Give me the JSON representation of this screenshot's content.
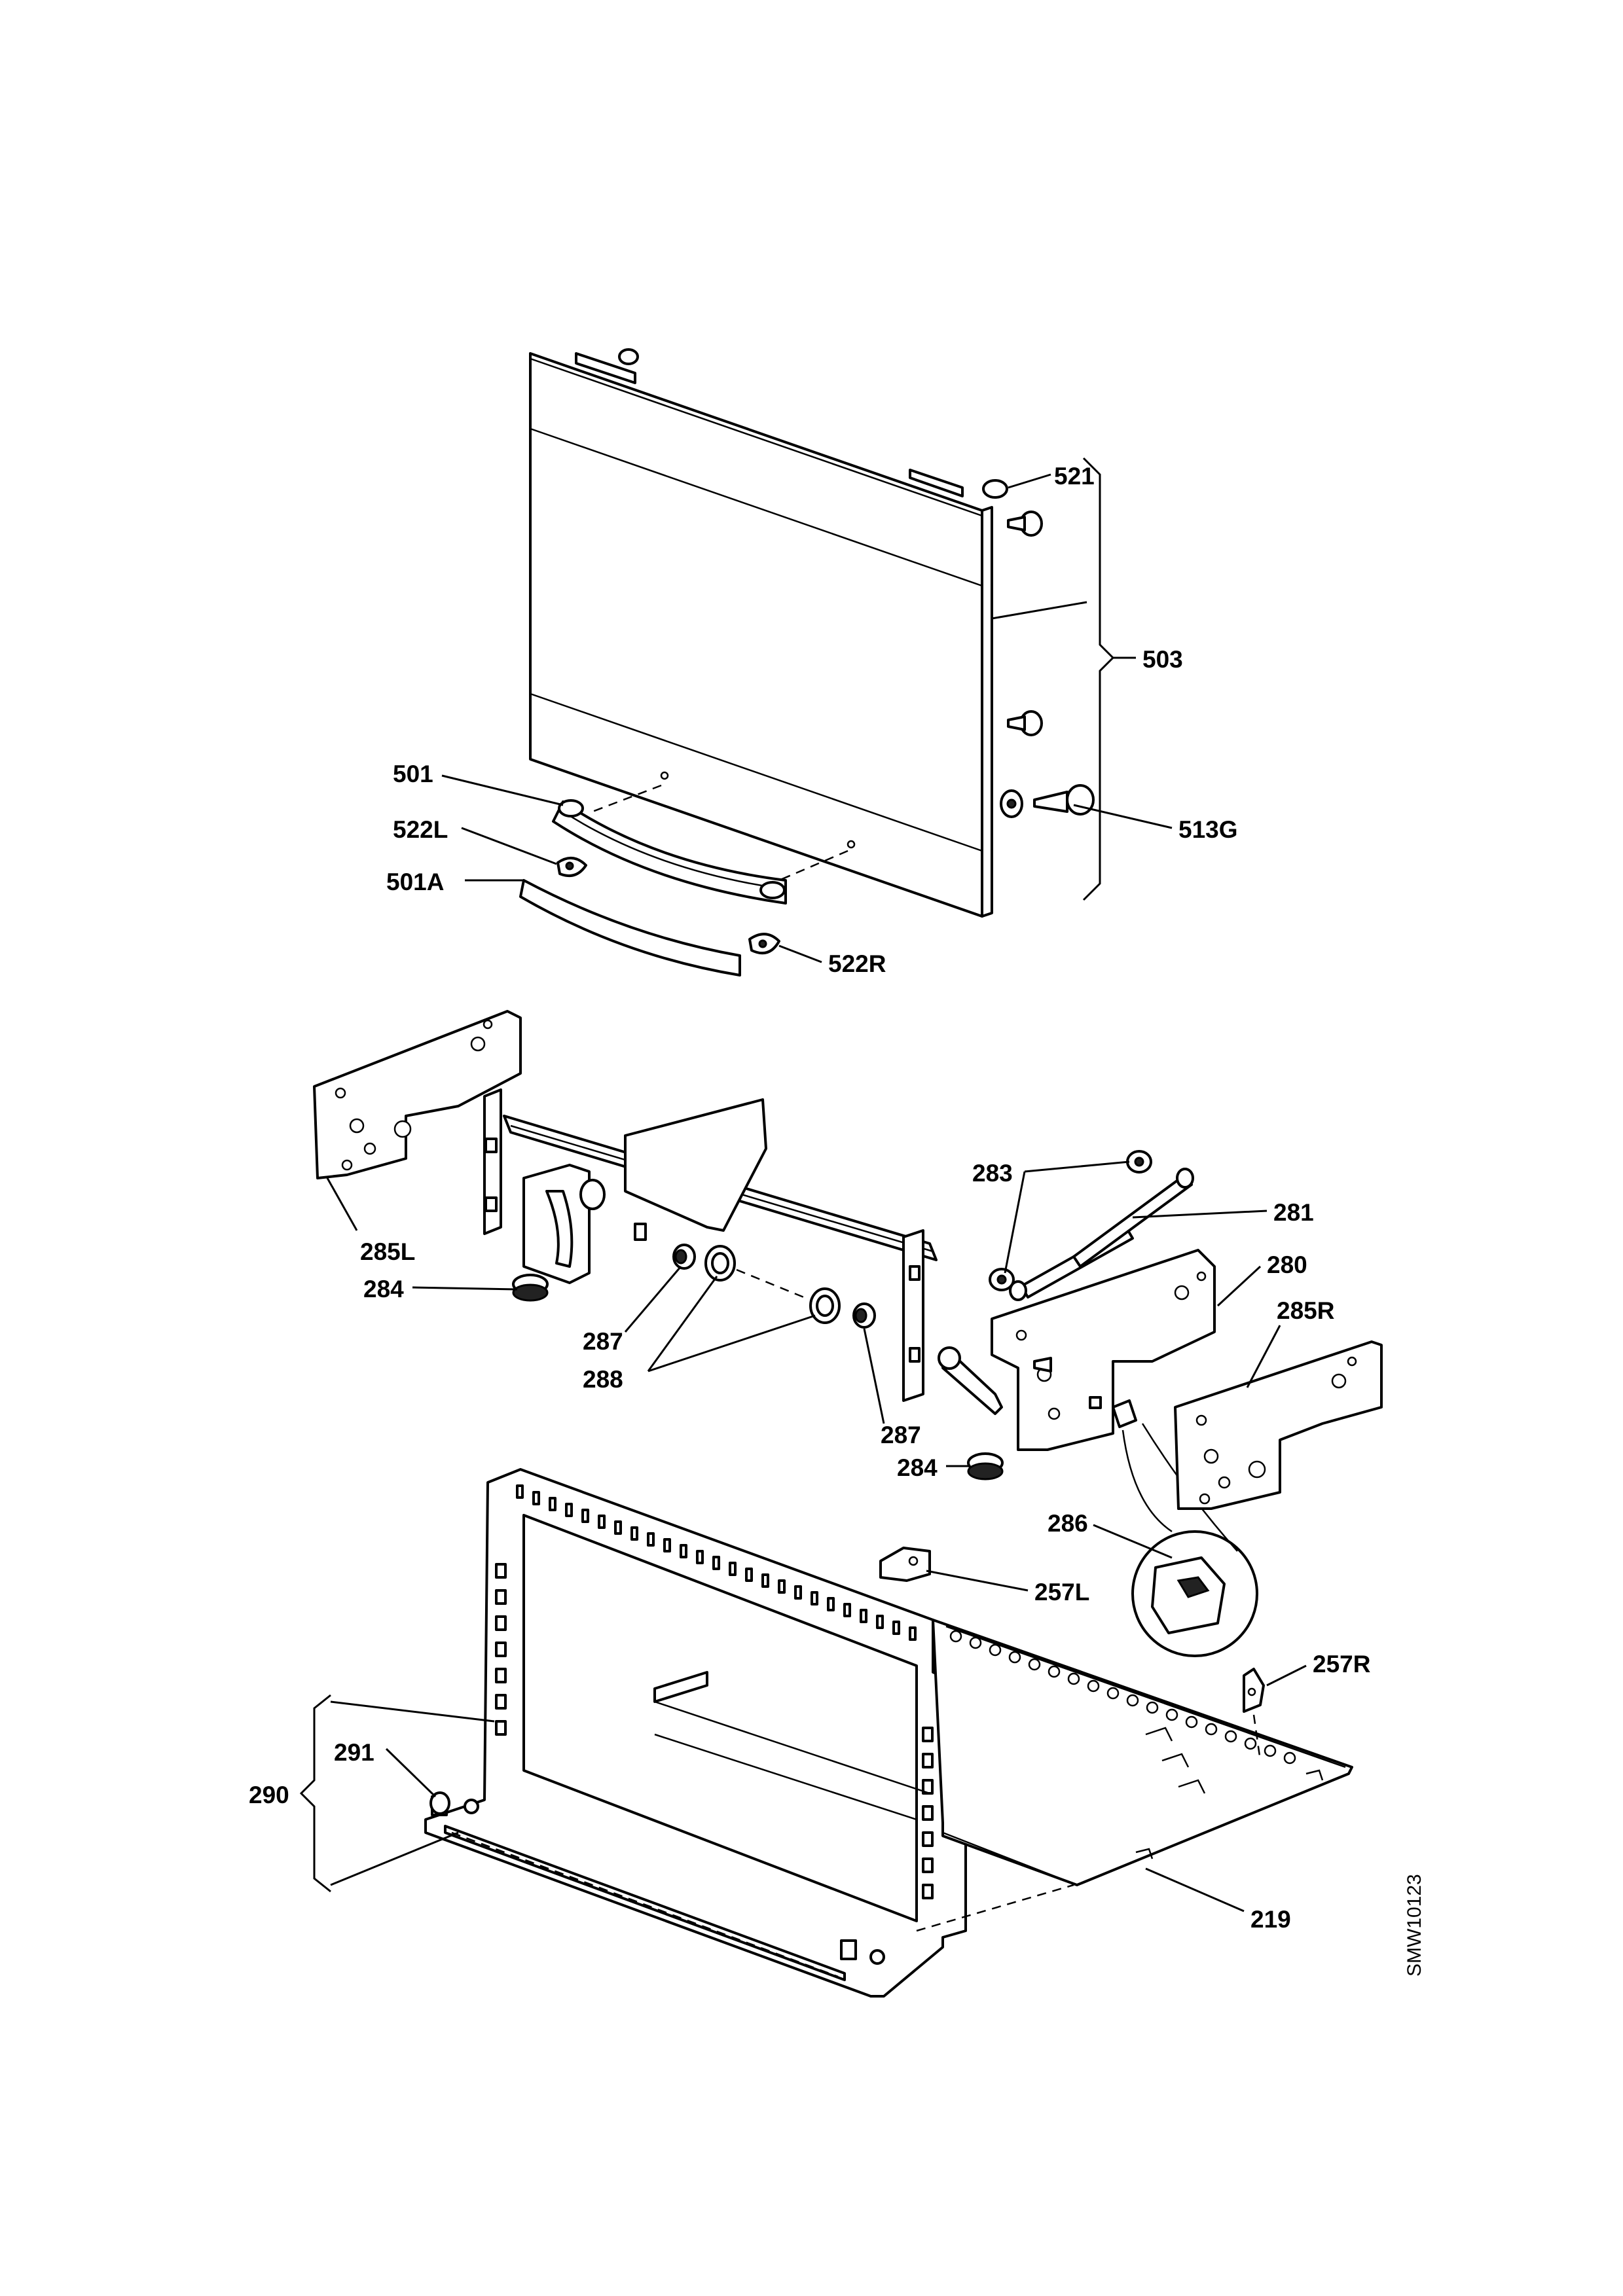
{
  "drawing_code": "SMW10123",
  "labels": {
    "p521": "521",
    "p503": "503",
    "p501": "501",
    "p522L": "522L",
    "p501A": "501A",
    "p513G": "513G",
    "p522R": "522R",
    "p283": "283",
    "p281": "281",
    "p280": "280",
    "p285L": "285L",
    "p285R": "285R",
    "p284a": "284",
    "p284b": "284",
    "p287a": "287",
    "p287b": "287",
    "p288": "288",
    "p286": "286",
    "p257L": "257L",
    "p257R": "257R",
    "p290": "290",
    "p291": "291",
    "p219": "219"
  }
}
